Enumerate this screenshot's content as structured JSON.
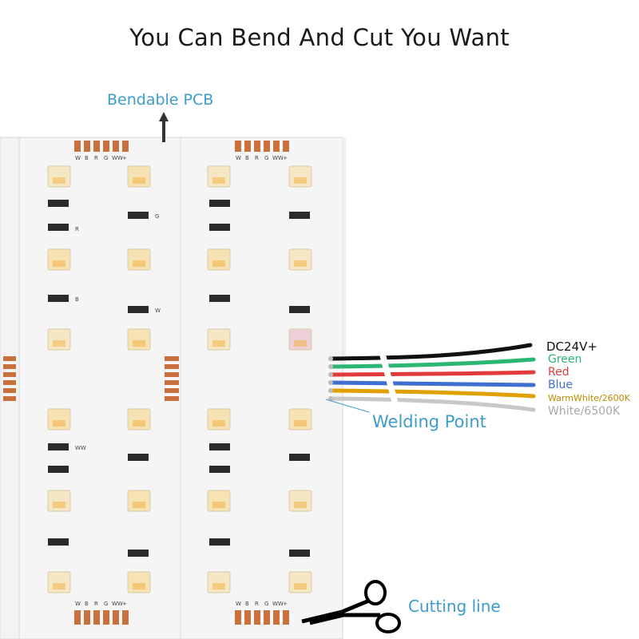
{
  "title": "You Can Bend And Cut You Want",
  "labels": {
    "bendable": "Bendable PCB",
    "welding": "Welding Point",
    "cutting": "Cutting line"
  },
  "pad_labels_top": [
    "W",
    "B",
    "R",
    "G",
    "WW",
    "+"
  ],
  "pad_labels_bottom": [
    "W",
    "B",
    "R",
    "G",
    "WW",
    "+"
  ],
  "resistor_labels": [
    "R",
    "G",
    "B",
    "W",
    "WW"
  ],
  "wires": [
    {
      "label": "DC24V+",
      "color": "#111111"
    },
    {
      "label": "Green",
      "color": "#2bb673"
    },
    {
      "label": "Red",
      "color": "#e23b3b"
    },
    {
      "label": "Blue",
      "color": "#3f6fd1"
    },
    {
      "label": "WarmWhite/2600K",
      "color": "#e0a000"
    },
    {
      "label": "White/6500K",
      "color": "#b8b8b8"
    }
  ],
  "colors": {
    "label_blue": "#3c9dcc",
    "pad_copper": "#c9703c",
    "pcb_white": "#f4f4f4"
  }
}
